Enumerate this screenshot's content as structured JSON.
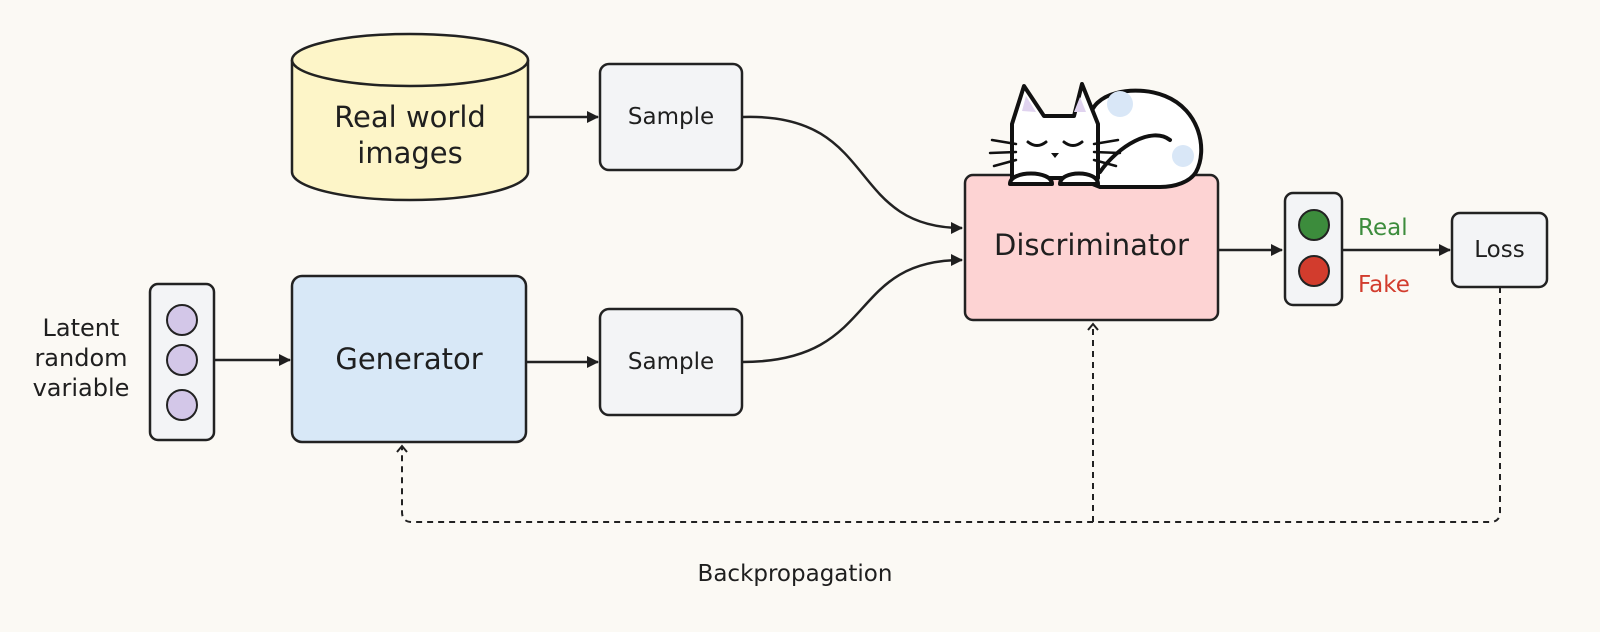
{
  "diagram": {
    "nodes": {
      "real_images": {
        "label": "Real world\nimages",
        "fill": "#fdf5c8"
      },
      "sample_top": {
        "label": "Sample",
        "fill": "#f3f4f6"
      },
      "latent": {
        "label": "Latent\nrandom\nvariable"
      },
      "generator": {
        "label": "Generator",
        "fill": "#d8e8f7"
      },
      "sample_bottom": {
        "label": "Sample",
        "fill": "#f3f4f6"
      },
      "discriminator": {
        "label": "Discriminator",
        "fill": "#fdd3d3"
      },
      "loss": {
        "label": "Loss",
        "fill": "#f3f4f6"
      }
    },
    "outputs": {
      "real": {
        "label": "Real",
        "color": "#3c8c3c"
      },
      "fake": {
        "label": "Fake",
        "color": "#d23c2d"
      }
    },
    "latent_dot_color": "#d3c7e8",
    "backprop_label": "Backpropagation",
    "icons": [
      "database-icon",
      "sleeping-cat-icon",
      "traffic-light-icon"
    ]
  }
}
